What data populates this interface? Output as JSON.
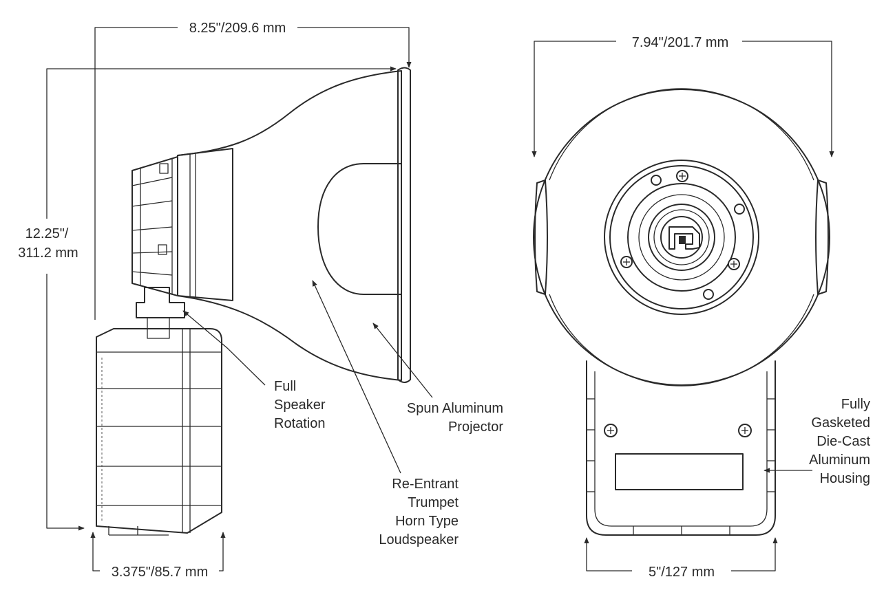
{
  "dimensions": {
    "side_width": "8.25\"/209.6 mm",
    "side_height_line1": "12.25\"/",
    "side_height_line2": "311.2 mm",
    "side_base": "3.375\"/85.7 mm",
    "front_width": "7.94\"/201.7 mm",
    "front_base": "5\"/127 mm"
  },
  "callouts": {
    "rotation": [
      "Full",
      "Speaker",
      "Rotation"
    ],
    "projector": [
      "Spun Aluminum",
      "Projector"
    ],
    "horn": [
      "Re-Entrant",
      "Trumpet",
      "Horn Type",
      "Loudspeaker"
    ],
    "housing": [
      "Fully",
      "Gasketed",
      "Die-Cast",
      "Aluminum",
      "Housing"
    ]
  }
}
